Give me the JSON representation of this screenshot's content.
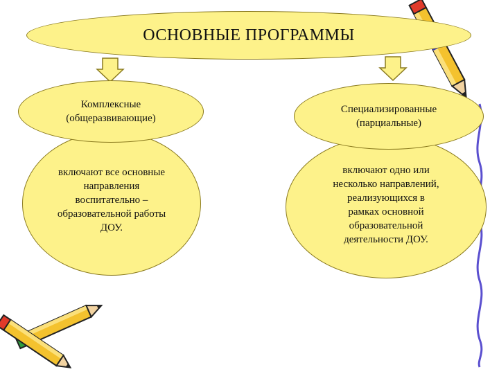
{
  "title": "ОСНОВНЫЕ ПРОГРАММЫ",
  "left": {
    "type_label": "Комплексные\n(общеразвивающие)",
    "description": "включают все основные\nнаправления\nвоспитательно –\nобразовательной работы\nДОУ."
  },
  "right": {
    "type_label": "Специализированные\n(парциальные)",
    "description": "включают одно или\nнесколько направлений,\nреализующихся в\nрамках основной\nобразовательной\nдеятельности ДОУ."
  },
  "colors": {
    "ellipse_fill": "#fdf28a",
    "ellipse_stroke": "#8a7a1e",
    "arrow_fill": "#fdf28a"
  },
  "icons": [
    "pencil-decoration-icon",
    "crossed-pencils-icon",
    "down-arrow-icon"
  ]
}
